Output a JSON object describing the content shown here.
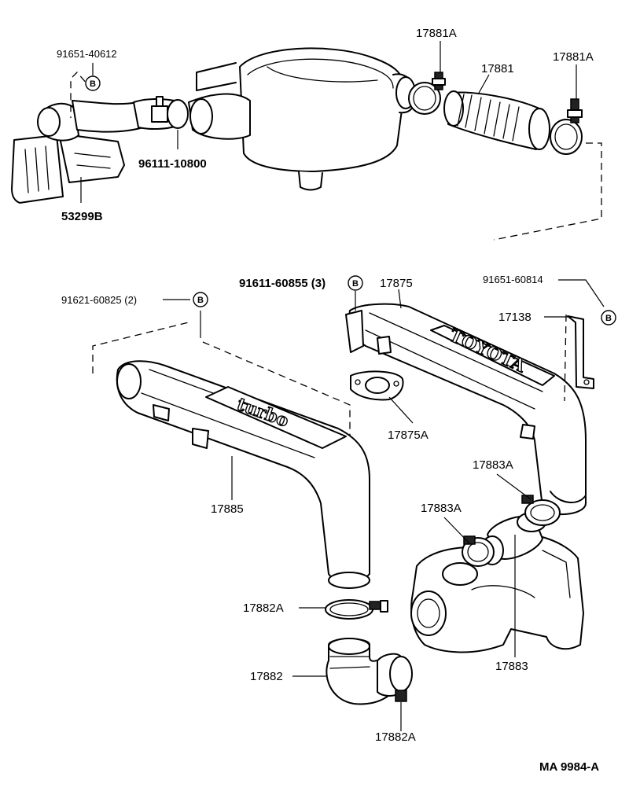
{
  "labels": {
    "p_91651_40612": "91651-40612",
    "p_96111_10800": "96111-10800",
    "p_53299B": "53299B",
    "p_17881A_left": "17881A",
    "p_17881": "17881",
    "p_17881A_right": "17881A",
    "p_91611_60855": "91611-60855 (3)",
    "p_17875": "17875",
    "p_91651_60814": "91651-60814",
    "p_17138": "17138",
    "p_91621_60825": "91621-60825 (2)",
    "p_17875A": "17875A",
    "p_17883A_upper": "17883A",
    "p_17883A_lower": "17883A",
    "p_17885": "17885",
    "p_17882A_upper": "17882A",
    "p_17882": "17882",
    "p_17883": "17883",
    "p_17882A_lower": "17882A",
    "ref_code": "MA  9984-A"
  },
  "badges": {
    "b_mark": "B"
  },
  "emblems": {
    "toyota": "TOYOTA",
    "turbo": "turbo"
  }
}
